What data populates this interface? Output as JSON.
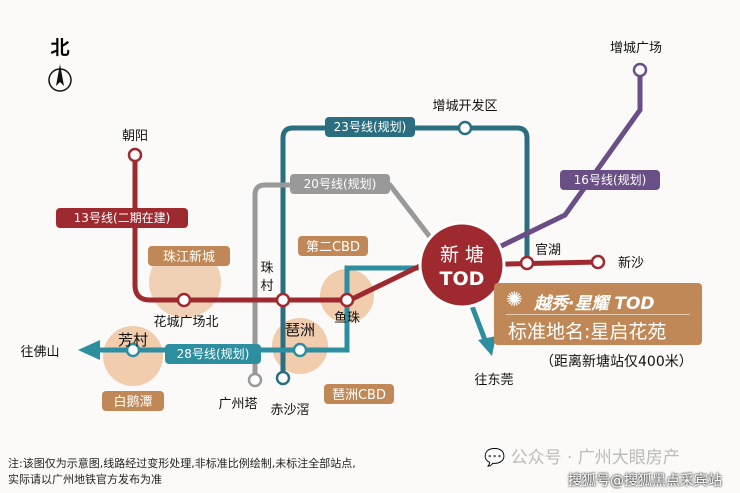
{
  "north": "北",
  "lines": {
    "l13": "13号线(二期在建)",
    "l23": "23号线(规划)",
    "l20": "20号线(规划)",
    "l28": "28号线(规划)",
    "l16": "16号线(规划)"
  },
  "stations": {
    "chaoyang": "朝阳",
    "huacheng": "花城广场北",
    "zhucun": "珠\n村",
    "zhucun1": "珠",
    "zhucun2": "村",
    "yuzhu": "鱼珠",
    "guanhu": "官湖",
    "xinsha": "新沙",
    "zengcheng_kfq": "增城开发区",
    "zengcheng_gc": "增城广场",
    "guangzhouta": "广州塔",
    "chishajiao": "赤沙滘",
    "fangcun": "芳村",
    "pazhou": "琶洲"
  },
  "areas": {
    "zhujiang": "珠江新城",
    "cbd2": "第二CBD",
    "pazhou_cbd": "琶洲CBD",
    "baietan": "白鹅潭"
  },
  "hub": {
    "line1": "新 塘",
    "line2": "TOD"
  },
  "directions": {
    "foshan": "往佛山",
    "dongguan": "往东莞"
  },
  "promo": {
    "logo": "越秀·星耀 TOD",
    "name": "标准地名:星启花苑",
    "distance": "（距离新塘站仅400米）"
  },
  "note": {
    "line1": "注:该图仅为示意图,线路经过变形处理,非标准比例绘制,未标注全部站点,",
    "line2": "实际请以广州地铁官方发布为准"
  },
  "watermark": {
    "wechat": "公众号 · 广州大眼房产",
    "sohu": "搜狐号@搜狐黑点采宾站"
  },
  "colors": {
    "red": "#9e2a2f",
    "teal_dark": "#2a6e80",
    "teal": "#2d8ea0",
    "gray": "#999999",
    "purple": "#6a4f86",
    "orange": "#e6a878",
    "brown": "#c08856"
  }
}
